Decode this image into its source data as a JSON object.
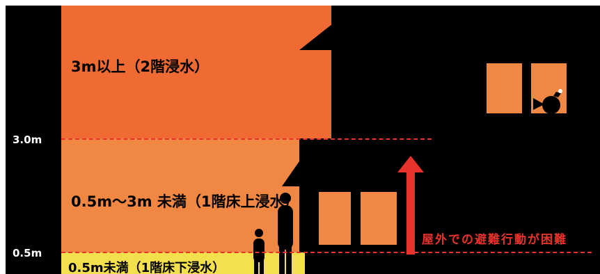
{
  "bands": {
    "high_label": "3m以上（2階浸水）",
    "mid_label": "0.5m〜3m 未満（1階床上浸水）",
    "low_label": "0.5m未満（1階床下浸水）"
  },
  "levels": {
    "three": "3.0m",
    "half": "0.5m"
  },
  "warning": "屋外での避難行動が困難",
  "colors": {
    "high": "#f06b33",
    "mid": "#f08843",
    "low": "#f4e04d",
    "accent": "#e8322c"
  }
}
